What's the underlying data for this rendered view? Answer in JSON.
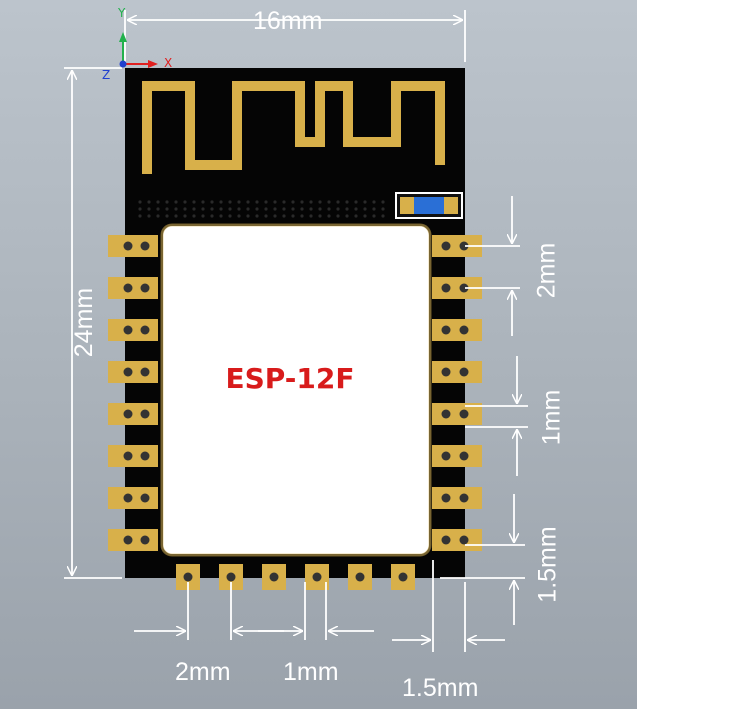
{
  "module": {
    "label": "ESP-12F"
  },
  "dimensions": {
    "width": "16mm",
    "height": "24mm",
    "side_pin_pitch": "2mm",
    "side_pin_width": "1mm",
    "side_pin_offset": "1.5mm",
    "bottom_pin_pitch": "2mm",
    "bottom_pin_width": "1mm",
    "bottom_pin_offset": "1.5mm"
  },
  "axes": {
    "x": "X",
    "y": "Y",
    "z": "Z"
  },
  "colors": {
    "pcb": "#050505",
    "gold": "#d8b04a",
    "shield": "#ffffff",
    "label": "#d81b1b",
    "dimension_lines": "#ffffff"
  },
  "pins": {
    "left_count": 8,
    "right_count": 8,
    "bottom_count": 6
  }
}
